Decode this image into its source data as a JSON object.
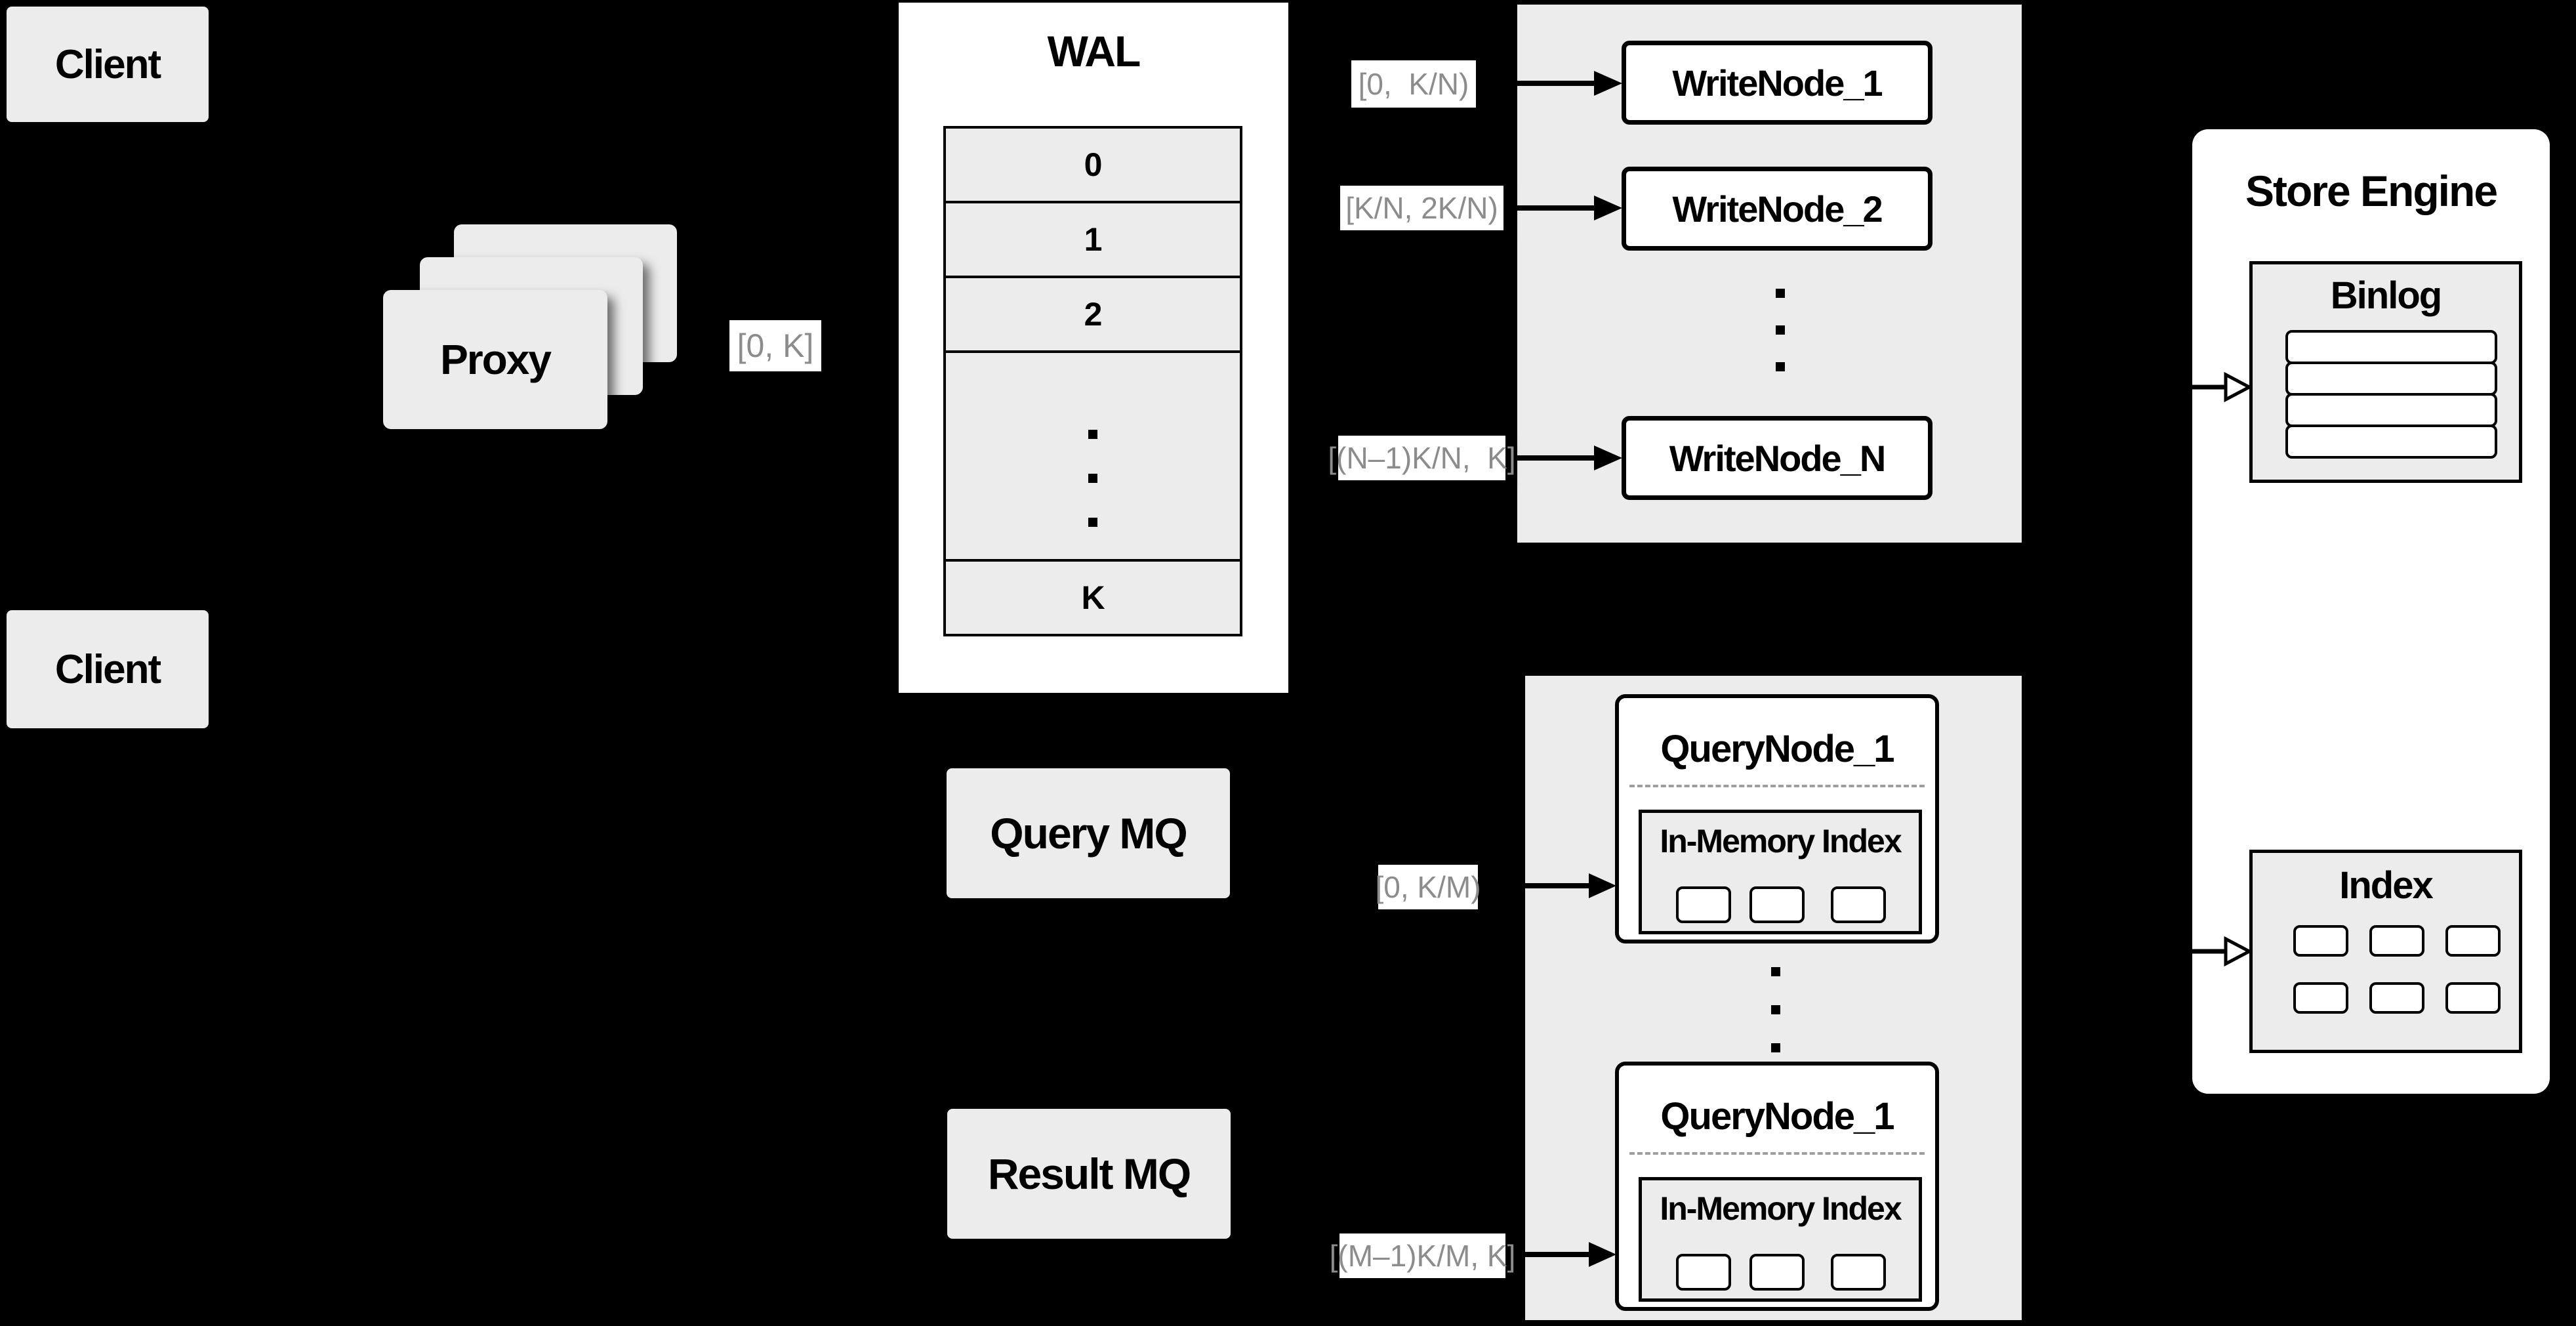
{
  "colors": {
    "background": "#000000",
    "panel_gray": "#ececec",
    "box_white": "#ffffff",
    "border_black": "#000000",
    "range_label_text": "#8c8c8c",
    "dashed_separator": "#9e9e9e"
  },
  "clients": {
    "top": "Client",
    "bottom": "Client"
  },
  "proxy": {
    "label": "Proxy",
    "range": "[0, K]"
  },
  "wal": {
    "title": "WAL",
    "rows": [
      "0",
      "1",
      "2",
      "K"
    ]
  },
  "write_group": {
    "ranges": [
      "[0,  K/N)",
      "[K/N, 2K/N)",
      "[(N–1)K/N,  K]"
    ],
    "nodes": [
      "WriteNode_1",
      "WriteNode_2",
      "WriteNode_N"
    ]
  },
  "mq": {
    "query": "Query MQ",
    "result": "Result MQ"
  },
  "query_group": {
    "ranges": [
      "[0, K/M)",
      "[(M–1)K/M, K]"
    ],
    "nodes": [
      {
        "title": "QueryNode_1",
        "index_label": "In-Memory Index"
      },
      {
        "title": "QueryNode_1",
        "index_label": "In-Memory Index"
      }
    ]
  },
  "store_engine": {
    "title": "Store Engine",
    "binlog_title": "Binlog",
    "index_title": "Index"
  }
}
